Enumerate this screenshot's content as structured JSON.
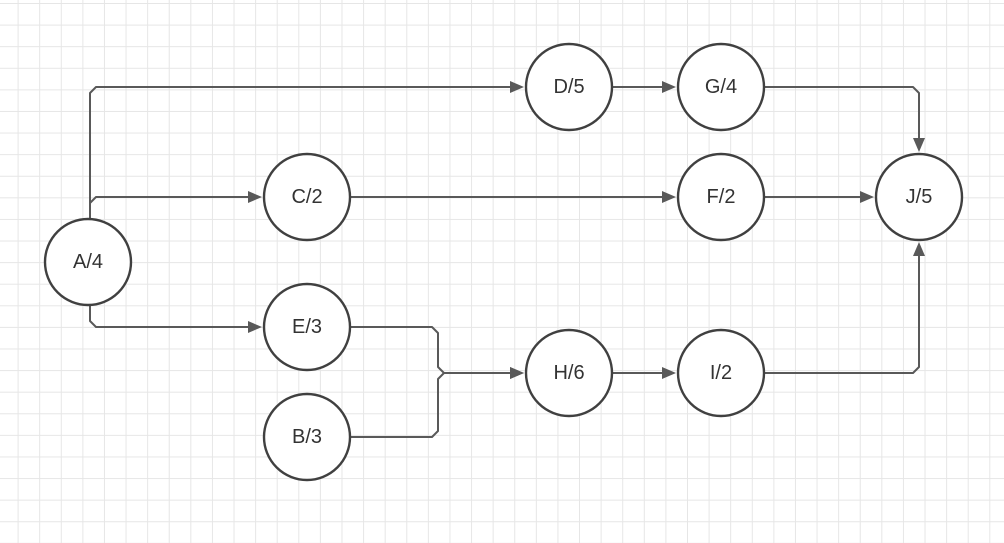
{
  "diagram": {
    "type": "activity network diagram",
    "nodes": [
      {
        "id": "A",
        "label": "A/4"
      },
      {
        "id": "B",
        "label": "B/3"
      },
      {
        "id": "C",
        "label": "C/2"
      },
      {
        "id": "D",
        "label": "D/5"
      },
      {
        "id": "E",
        "label": "E/3"
      },
      {
        "id": "F",
        "label": "F/2"
      },
      {
        "id": "G",
        "label": "G/4"
      },
      {
        "id": "H",
        "label": "H/6"
      },
      {
        "id": "I",
        "label": "I/2"
      },
      {
        "id": "J",
        "label": "J/5"
      }
    ],
    "edges": [
      {
        "from": "A",
        "to": "D"
      },
      {
        "from": "A",
        "to": "C"
      },
      {
        "from": "A",
        "to": "E"
      },
      {
        "from": "D",
        "to": "G"
      },
      {
        "from": "G",
        "to": "J"
      },
      {
        "from": "C",
        "to": "F"
      },
      {
        "from": "F",
        "to": "J"
      },
      {
        "from": "E",
        "to": "H"
      },
      {
        "from": "B",
        "to": "H"
      },
      {
        "from": "H",
        "to": "I"
      },
      {
        "from": "I",
        "to": "J"
      }
    ],
    "colors": {
      "node_stroke": "#404040",
      "edge": "#595959",
      "label": "#333333",
      "grid": "#e6e6e6"
    }
  }
}
